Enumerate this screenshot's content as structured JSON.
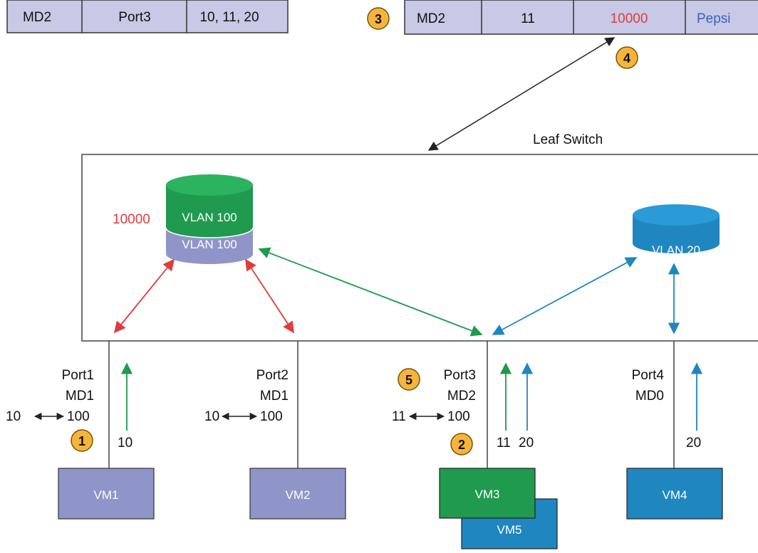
{
  "top_left_table": {
    "cells": [
      "MD2",
      "Port3",
      "10, 11, 20"
    ]
  },
  "top_right_table": {
    "cells": [
      "MD2",
      "11",
      "10000",
      "Pepsi"
    ]
  },
  "leaf_switch": {
    "label": "Leaf Switch"
  },
  "vlan_stack": {
    "top_label": "VLAN 100",
    "bottom_label": "VLAN 100",
    "tag_label": "10000"
  },
  "vlan20": {
    "label": "VLAN 20"
  },
  "ports": [
    {
      "name": "Port1",
      "md": "MD1",
      "left": "10",
      "right": "100"
    },
    {
      "name": "Port2",
      "md": "MD1",
      "left": "10",
      "right": "100"
    },
    {
      "name": "Port3",
      "md": "MD2",
      "left": "11",
      "right": "100"
    },
    {
      "name": "Port4",
      "md": "MD0"
    }
  ],
  "uplink_labels": {
    "vm1": "10",
    "vm3_a": "11",
    "vm3_b": "20",
    "vm4": "20"
  },
  "vms": [
    "VM1",
    "VM2",
    "VM3",
    "VM5",
    "VM4"
  ],
  "steps": [
    "1",
    "2",
    "3",
    "4",
    "5"
  ],
  "colors": {
    "red": "#e03c3c",
    "green": "#1f9a4e",
    "blue": "#1f86c0",
    "vm_lavender": "#8f95c8",
    "badge": "#f5b53d",
    "link_blue": "#3f5fbf"
  }
}
